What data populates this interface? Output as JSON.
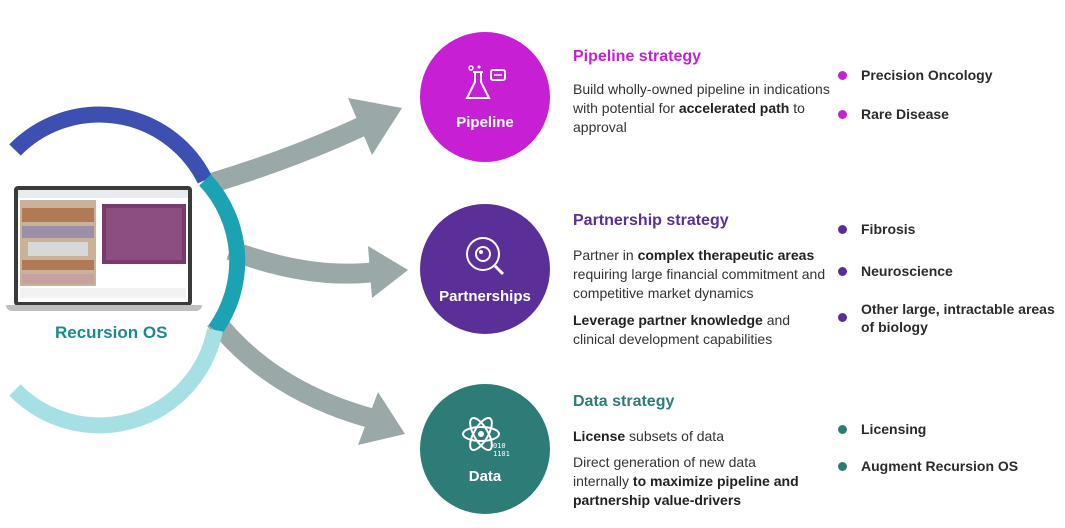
{
  "hub": {
    "label": "Recursion OS"
  },
  "strategies": [
    {
      "node_label": "Pipeline",
      "heading": "Pipeline strategy",
      "color": "#c61fd4",
      "paragraphs": [
        [
          {
            "t": "Build wholly-owned pipeline in indications with potential for "
          },
          {
            "t": "accelerated path",
            "b": true
          },
          {
            "t": " to approval"
          }
        ]
      ],
      "bullets": [
        "Precision Oncology",
        "Rare Disease"
      ]
    },
    {
      "node_label": "Partnerships",
      "heading": "Partnership strategy",
      "color": "#5b2f98",
      "paragraphs": [
        [
          {
            "t": "Partner in "
          },
          {
            "t": "complex therapeutic areas",
            "b": true
          },
          {
            "t": " requiring large financial commitment and competitive market dynamics"
          }
        ],
        [
          {
            "t": "Leverage partner knowledge",
            "b": true
          },
          {
            "t": " and clinical development capabilities"
          }
        ]
      ],
      "bullets": [
        "Fibrosis",
        "Neuroscience",
        "Other large, intractable areas of biology"
      ]
    },
    {
      "node_label": "Data",
      "heading": "Data strategy",
      "color": "#2e7c78",
      "paragraphs": [
        [
          {
            "t": "License",
            "b": true
          },
          {
            "t": " subsets of data"
          }
        ],
        [
          {
            "t": "Direct generation of new data internally "
          },
          {
            "t": "to maximize pipeline and partnership value-drivers",
            "b": true
          }
        ]
      ],
      "bullets": [
        "Licensing",
        "Augment Recursion OS"
      ]
    }
  ],
  "colors": {
    "arrow": "#9aa8a7",
    "ring_dark": "#3d4fb0",
    "ring_teal": "#1ba3b3",
    "ring_light": "#a6e0e4"
  }
}
